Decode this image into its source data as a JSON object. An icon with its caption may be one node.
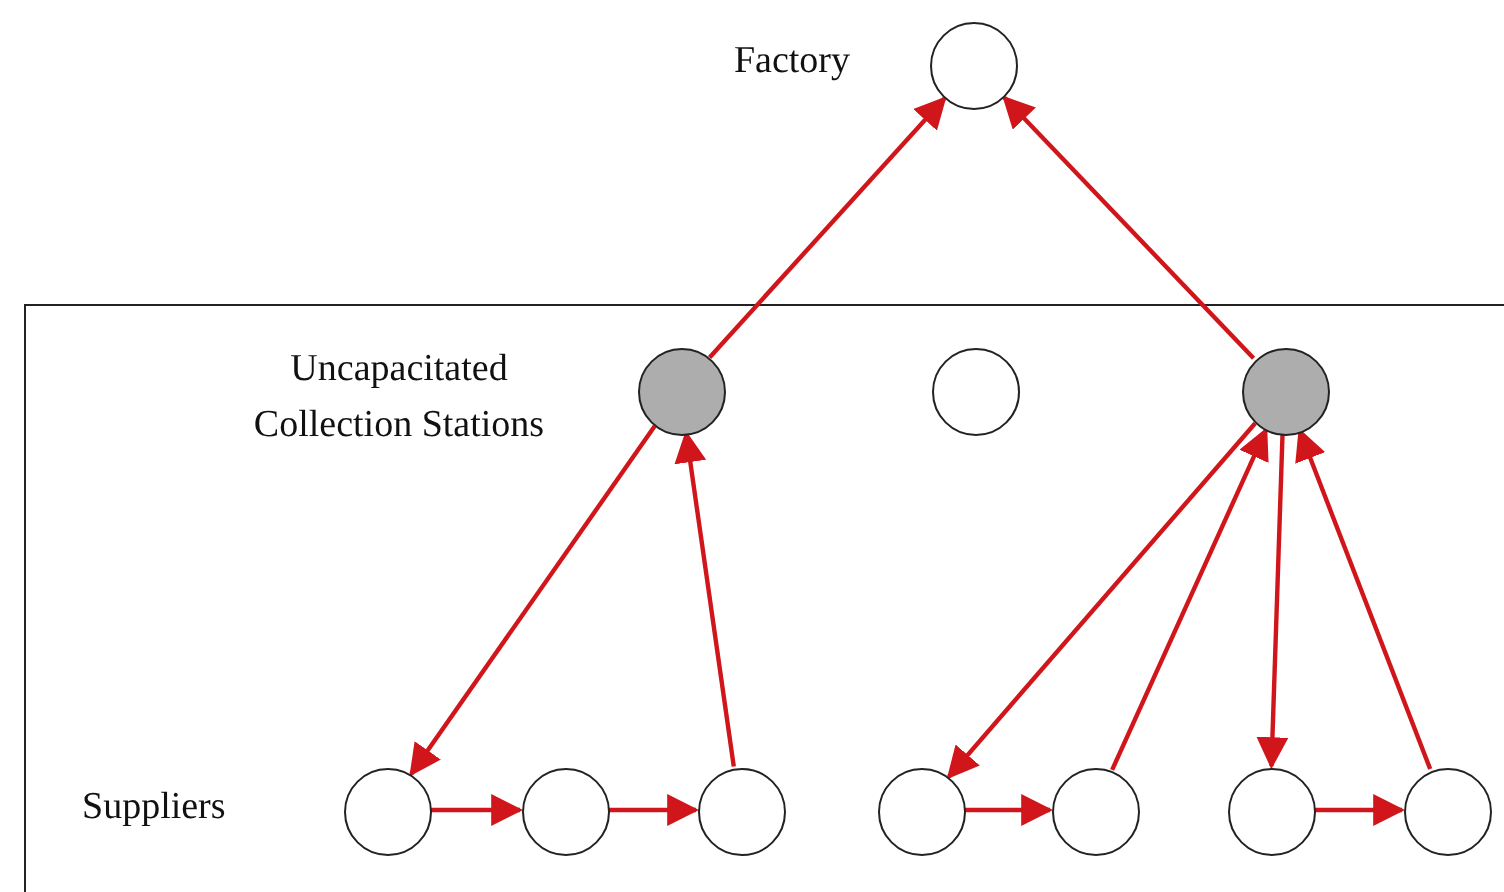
{
  "diagram": {
    "nodes": [
      {
        "text": [],
        "shape": "circle",
        "beside": [
          "Factory"
        ]
      },
      {
        "text": [
          "Uncapacitated Collection Stations",
          "Suppliers"
        ]
      },
      {
        "text": [],
        "shape": "circle",
        "in": 1
      },
      {
        "text": [],
        "shape": "circle",
        "in": 1
      },
      {
        "text": [],
        "shape": "circle",
        "in": 1
      },
      {
        "text": [],
        "shape": "circle",
        "in": 1
      },
      {
        "text": [],
        "shape": "circle",
        "in": 1
      },
      {
        "text": [],
        "shape": "circle",
        "in": 1
      },
      {
        "text": [],
        "shape": "circle",
        "in": 1
      },
      {
        "text": [],
        "shape": "circle",
        "in": 1
      },
      {
        "text": [],
        "shape": "circle",
        "in": 1
      },
      {
        "text": [],
        "shape": "circle",
        "in": 1
      }
    ],
    "edges": [
      {
        "from": 2,
        "to": 0,
        "arrow": "to"
      },
      {
        "from": 4,
        "to": 0,
        "arrow": "to"
      },
      {
        "from": 2,
        "to": 5,
        "arrow": "to"
      },
      {
        "from": 5,
        "to": 6,
        "arrow": "to"
      },
      {
        "from": 6,
        "to": 7,
        "arrow": "to"
      },
      {
        "from": 7,
        "to": 2,
        "arrow": "to"
      },
      {
        "from": 4,
        "to": 8,
        "arrow": "to"
      },
      {
        "from": 8,
        "to": 9,
        "arrow": "to"
      },
      {
        "from": 9,
        "to": 4,
        "arrow": "to"
      },
      {
        "from": 4,
        "to": 10,
        "arrow": "to"
      },
      {
        "from": 10,
        "to": 11,
        "arrow": "to"
      },
      {
        "from": 11,
        "to": 4,
        "arrow": "to"
      }
    ]
  }
}
